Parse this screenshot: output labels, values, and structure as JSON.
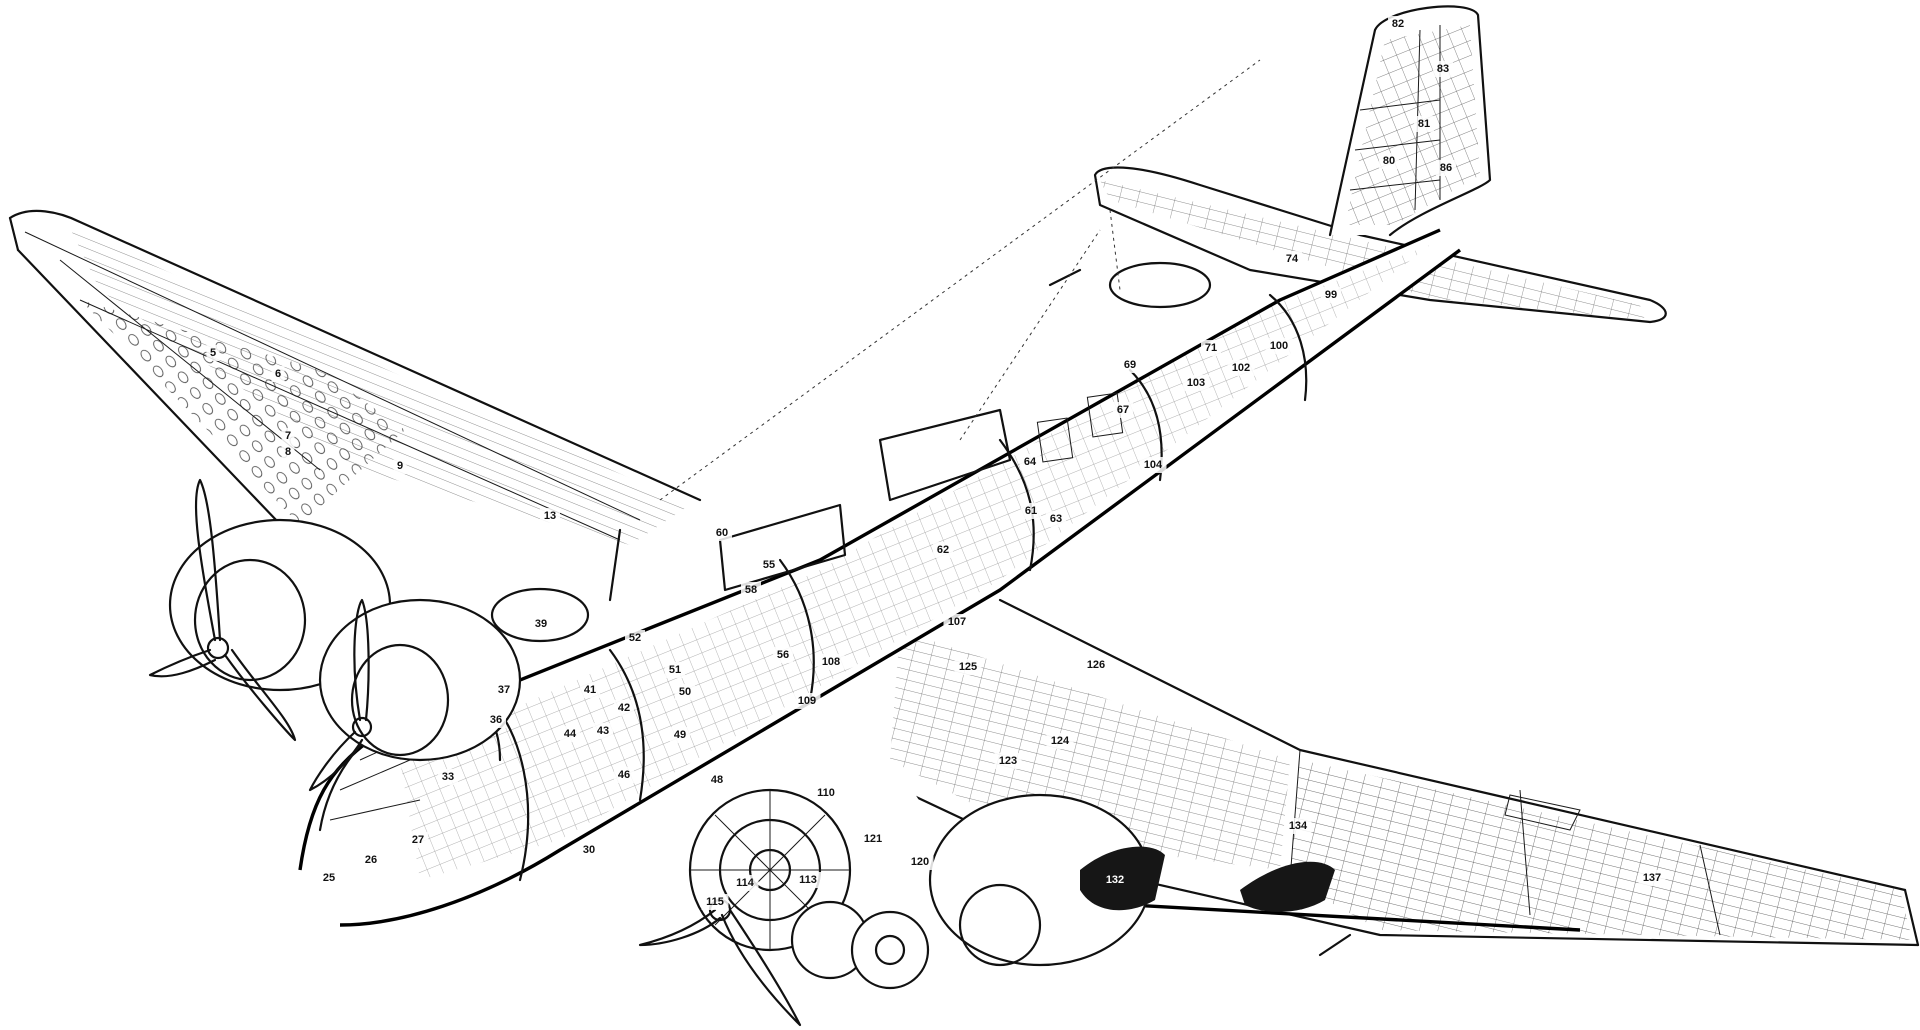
{
  "figure": {
    "callouts": [
      "5",
      "6",
      "7",
      "8",
      "9",
      "13",
      "25",
      "26",
      "27",
      "30",
      "33",
      "36",
      "37",
      "39",
      "41",
      "42",
      "43",
      "44",
      "46",
      "48",
      "49",
      "50",
      "51",
      "52",
      "55",
      "56",
      "58",
      "60",
      "61",
      "62",
      "63",
      "64",
      "67",
      "69",
      "71",
      "74",
      "80",
      "81",
      "82",
      "83",
      "86",
      "99",
      "100",
      "102",
      "103",
      "104",
      "107",
      "108",
      "109",
      "110",
      "113",
      "114",
      "115",
      "120",
      "121",
      "123",
      "124",
      "125",
      "126",
      "132",
      "134",
      "137"
    ]
  }
}
